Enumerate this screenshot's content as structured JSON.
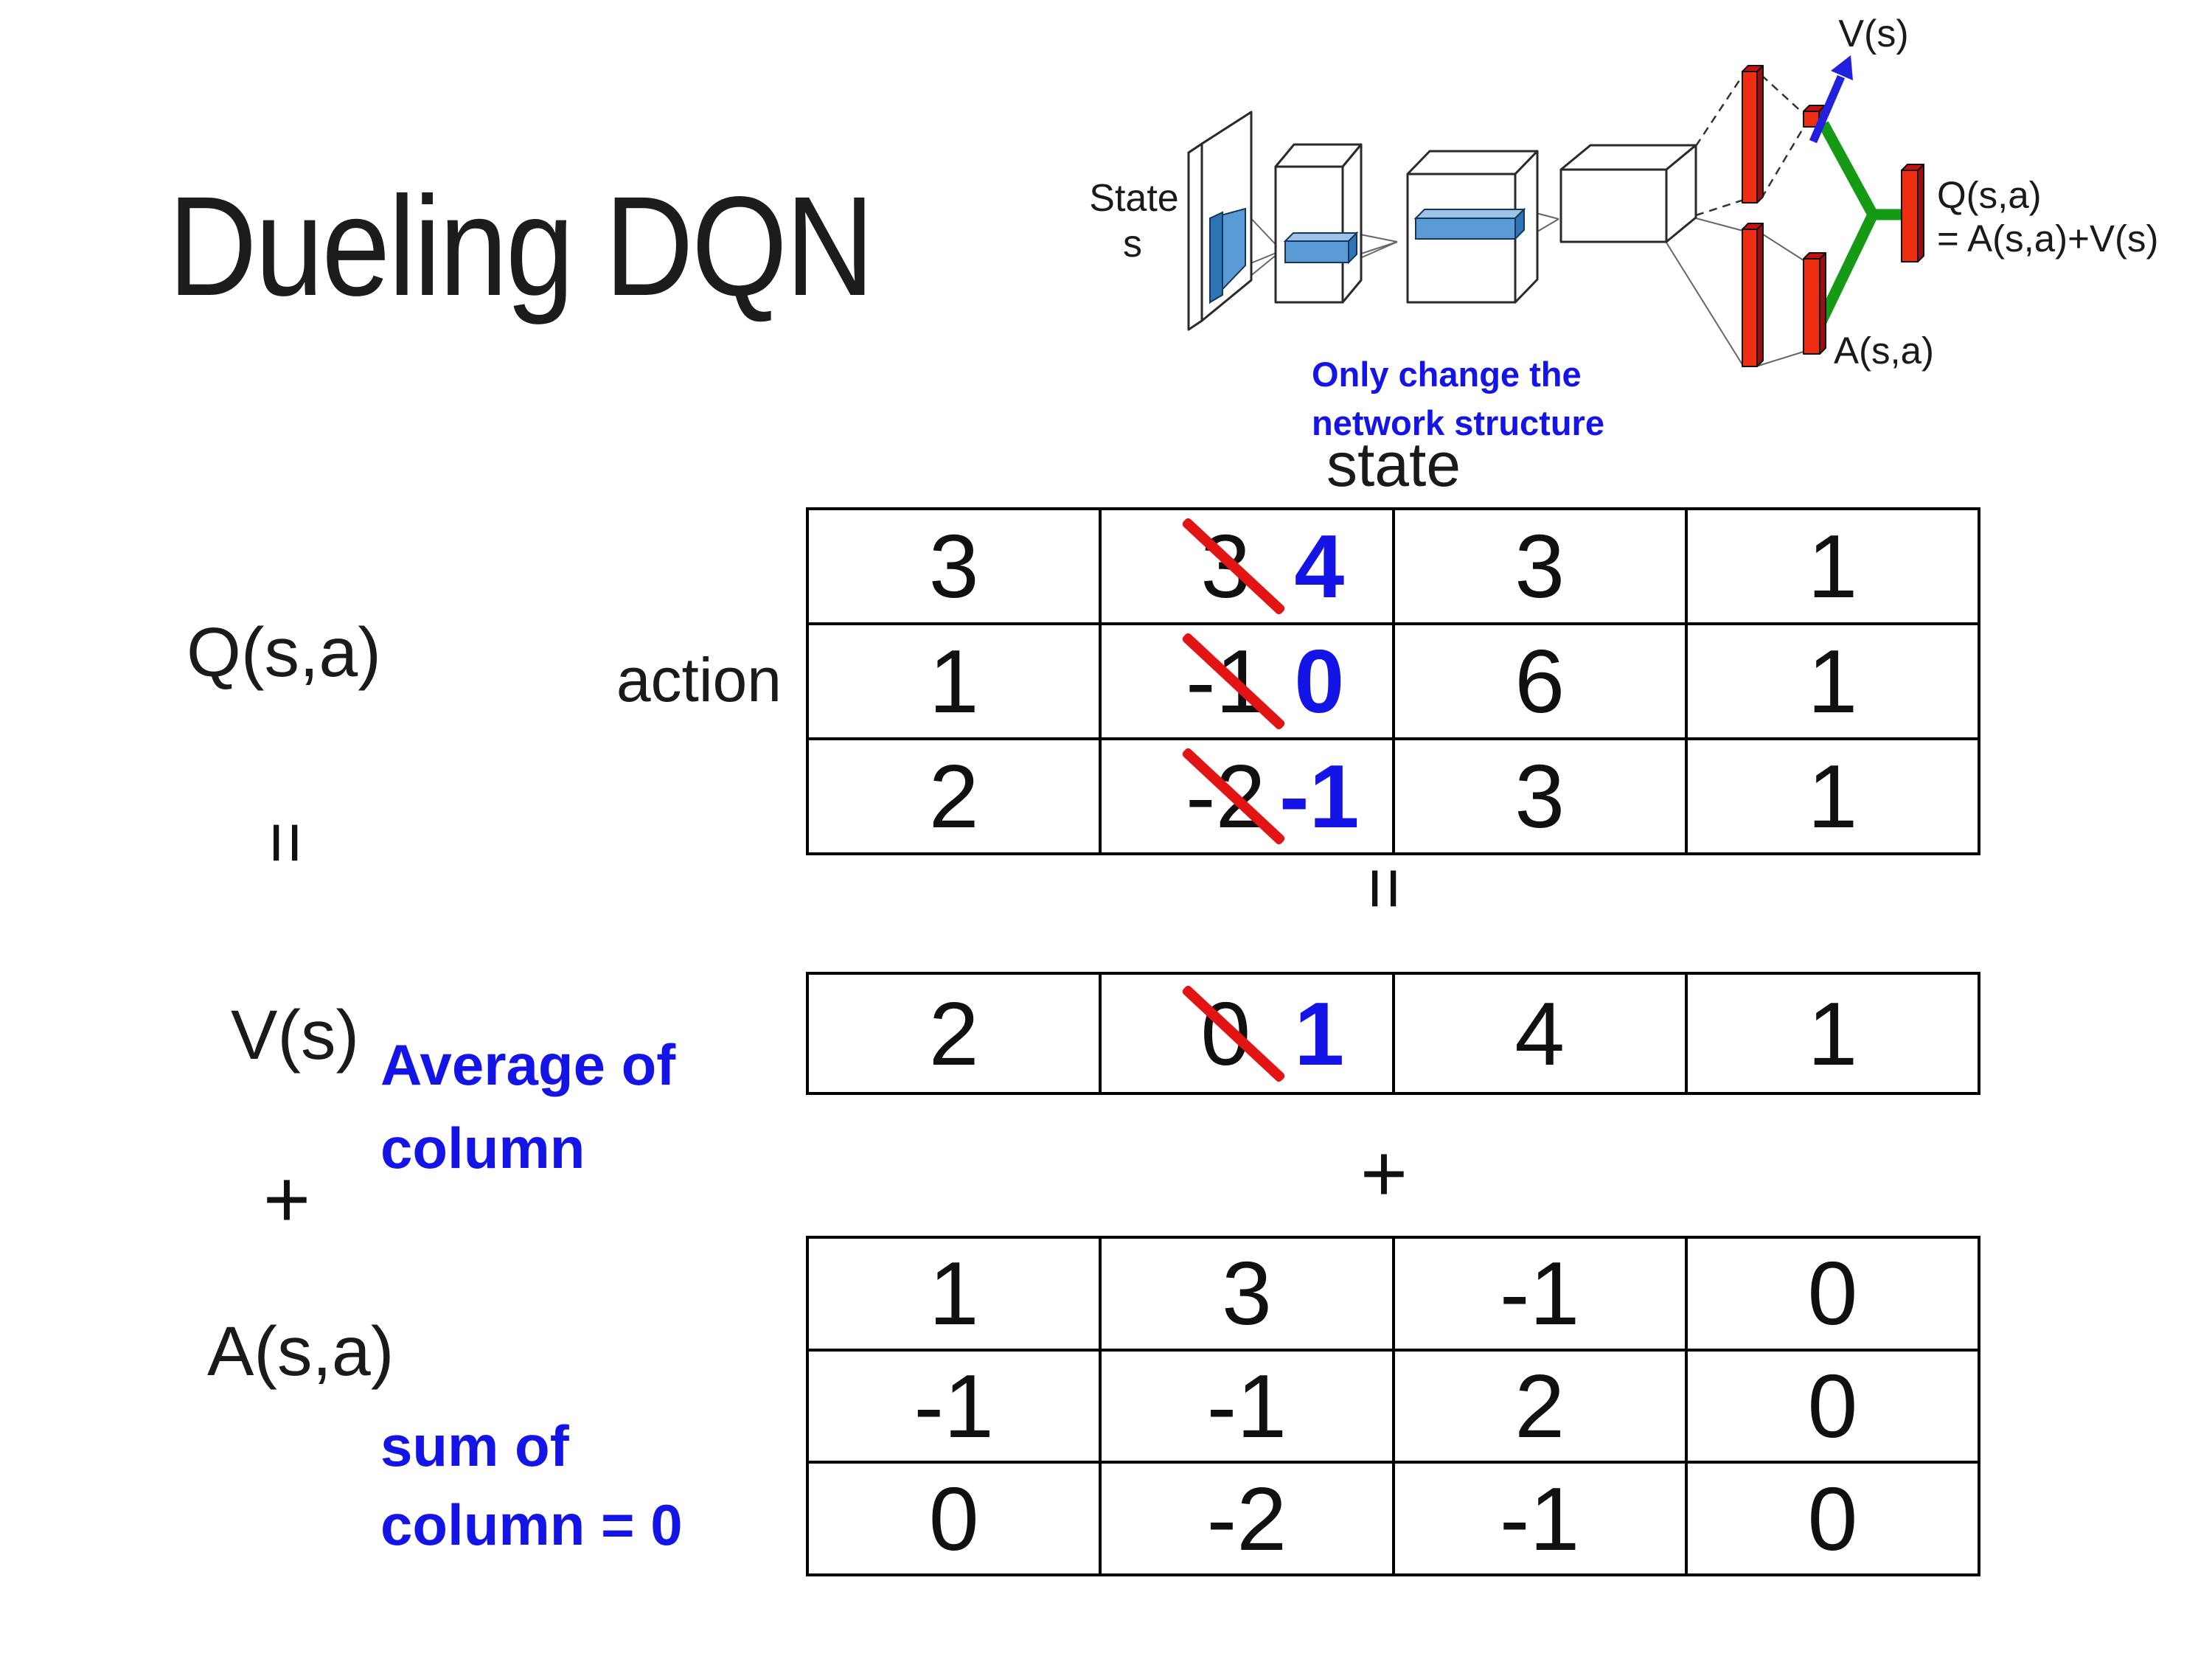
{
  "slide": {
    "title": "Dueling DQN"
  },
  "colors": {
    "accent_blue": "#1414e6",
    "strike_red": "#e21414",
    "bar_red": "#ee2e12",
    "merge_green": "#149a14",
    "feature_blue": "#5b9bd5",
    "feature_blue_dark": "#2e75b6"
  },
  "diagram": {
    "state_label_line1": "State",
    "state_label_line2": "s",
    "v_output_label": "V(s)",
    "q_output_label_line1": "Q(s,a)",
    "q_output_label_line2": "= A(s,a)+V(s)",
    "a_output_label": "A(s,a)",
    "note_line1": "Only change the",
    "note_line2": "network structure"
  },
  "matrix_section": {
    "state_axis_label": "state",
    "action_axis_label": "action",
    "q_label": "Q(s,a)",
    "v_label": "V(s)",
    "a_label": "A(s,a)",
    "equals_sign": "=",
    "plus_sign": "+",
    "v_annotation_line1": "Average of",
    "v_annotation_line2": "column",
    "a_annotation_line1": "sum of",
    "a_annotation_line2": "column = 0",
    "q_rows": [
      [
        "3",
        {
          "old": "3",
          "new": "4"
        },
        "3",
        "1"
      ],
      [
        "1",
        {
          "old": "-1",
          "new": "0"
        },
        "6",
        "1"
      ],
      [
        "2",
        {
          "old": "-2",
          "new": "-1"
        },
        "3",
        "1"
      ]
    ],
    "v_row": [
      "2",
      {
        "old": "0",
        "new": "1"
      },
      "4",
      "1"
    ],
    "a_rows": [
      [
        "1",
        "3",
        "-1",
        "0"
      ],
      [
        "-1",
        "-1",
        "2",
        "0"
      ],
      [
        "0",
        "-2",
        "-1",
        "0"
      ]
    ]
  }
}
